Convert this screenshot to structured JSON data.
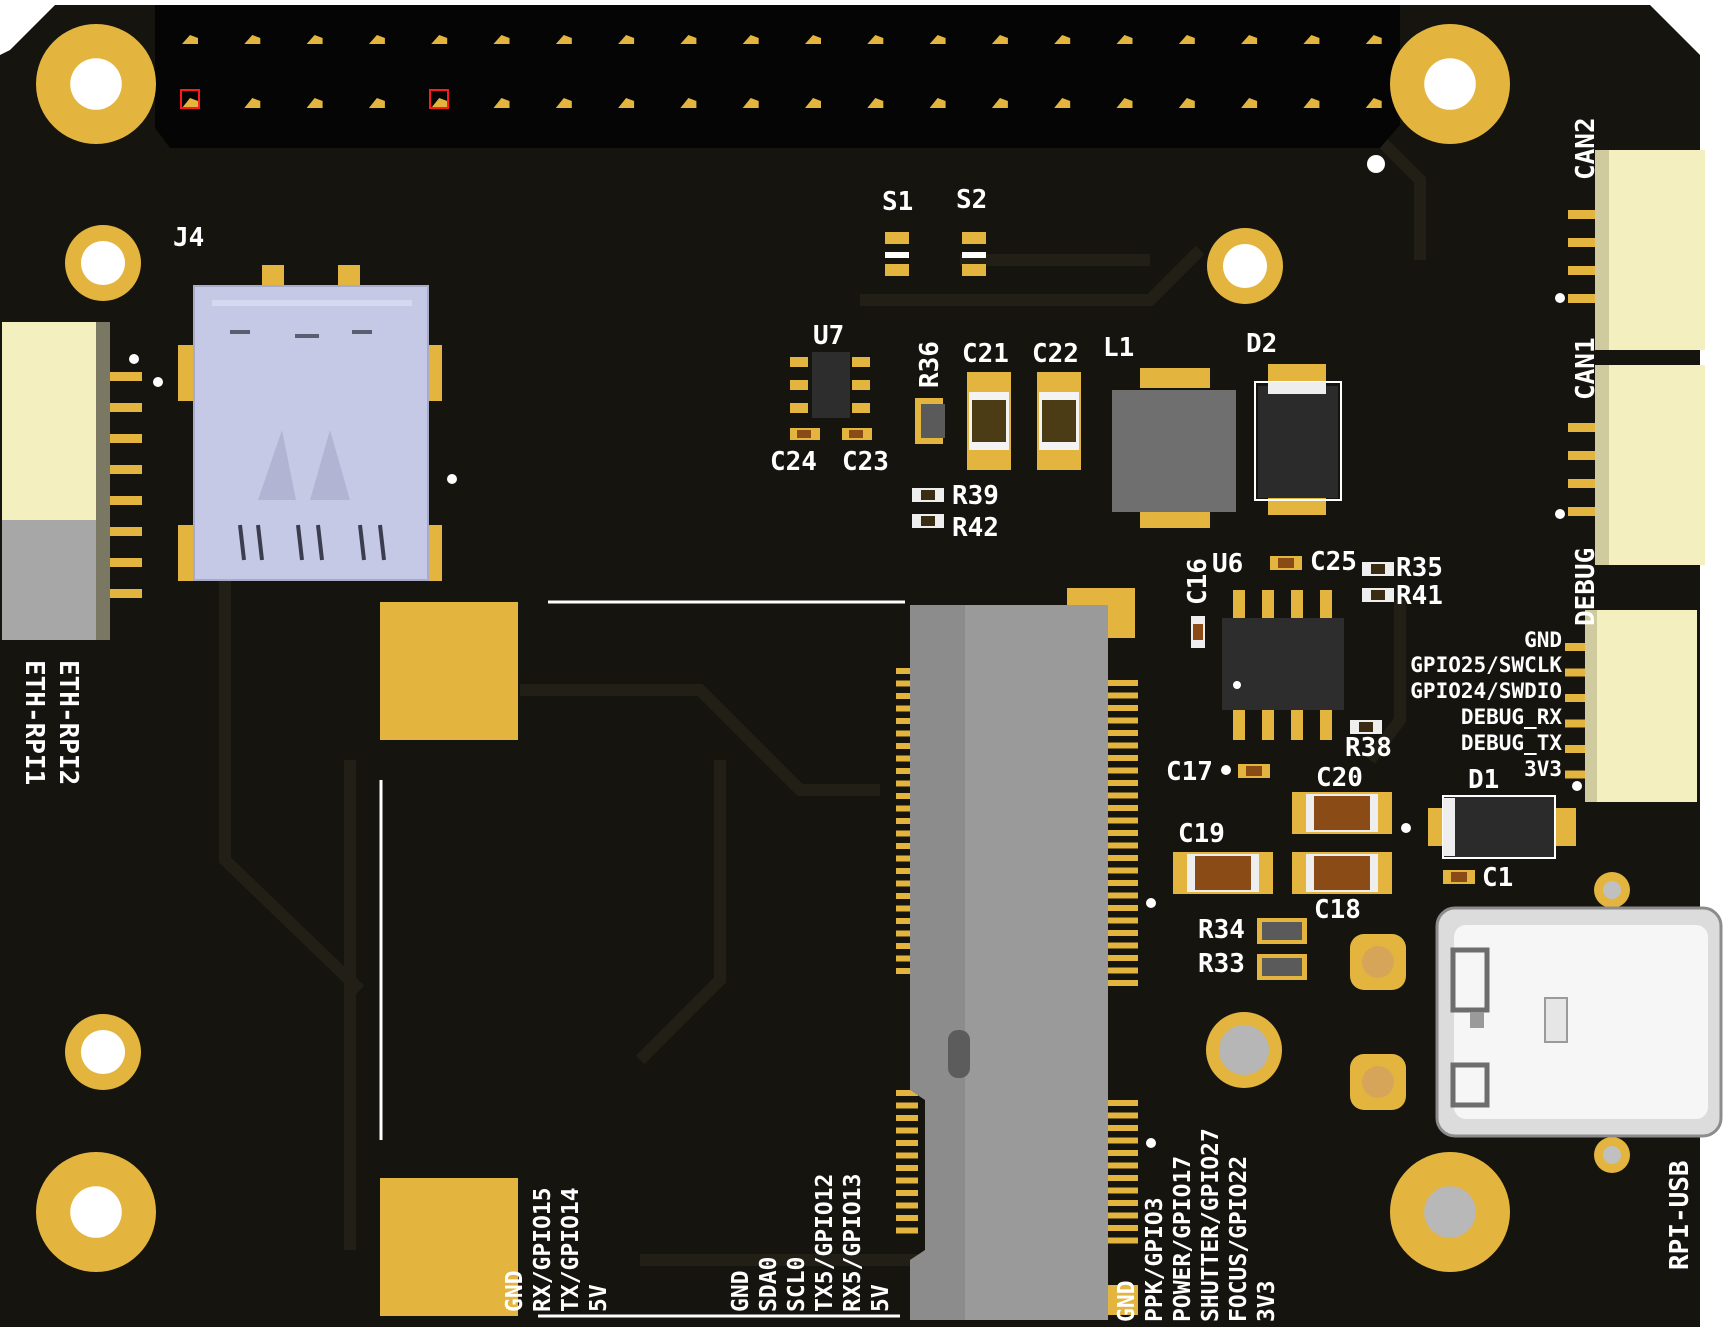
{
  "colors": {
    "background": "#ffffff",
    "pcb": "#16140f",
    "trace": "#211e16",
    "gold": "#e3b53f",
    "silk": "#ffffff",
    "connector_body": "#f3efbf",
    "connector_grey": "#a7a7a7",
    "sdcard": "#c6c9e6",
    "m2_slot": "#8c8c8c",
    "chip": "#2d2d2d",
    "cap_brown": "#8a4b17",
    "cap_dark": "#3a2c12",
    "header_black": "#050505",
    "pin_marker": "#ff1a1a"
  },
  "board": {
    "labels": {
      "j4": "J4",
      "s1": "S1",
      "s2": "S2",
      "u7": "U7",
      "r36": "R36",
      "c21": "C21",
      "c22": "C22",
      "l1": "L1",
      "d2": "D2",
      "c24": "C24",
      "c23": "C23",
      "r39": "R39",
      "r42": "R42",
      "c16": "C16",
      "u6": "U6",
      "c25": "C25",
      "r35": "R35",
      "r41": "R41",
      "r38": "R38",
      "c17": "C17",
      "c20": "C20",
      "d1": "D1",
      "c19": "C19",
      "c1": "C1",
      "c18": "C18",
      "r34": "R34",
      "r33": "R33"
    },
    "connectors": {
      "can2": "CAN2",
      "can1": "CAN1",
      "debug": "DEBUG",
      "eth_rpi2": "ETH-RPI2",
      "eth_rpi1": "ETH-RPI1",
      "rpi_usb": "RPI-USB"
    },
    "debug_pins": [
      "GND",
      "GPIO25/SWCLK",
      "GPIO24/SWDIO",
      "DEBUG_RX",
      "DEBUG_TX",
      "3V3"
    ],
    "bottom_left_pins": [
      "GND",
      "RX/GPIO15",
      "TX/GPIO14",
      "5V"
    ],
    "bottom_mid_pins": [
      "GND",
      "SDA0",
      "SCL0",
      "TX5/GPIO12",
      "RX5/GPIO13",
      "5V"
    ],
    "bottom_right_pins": [
      "GND",
      "PPK/GPIO3",
      "POWER/GPIO17",
      "SHUTTER/GPIO27",
      "FOCUS/GPIO22",
      "3V3"
    ]
  }
}
